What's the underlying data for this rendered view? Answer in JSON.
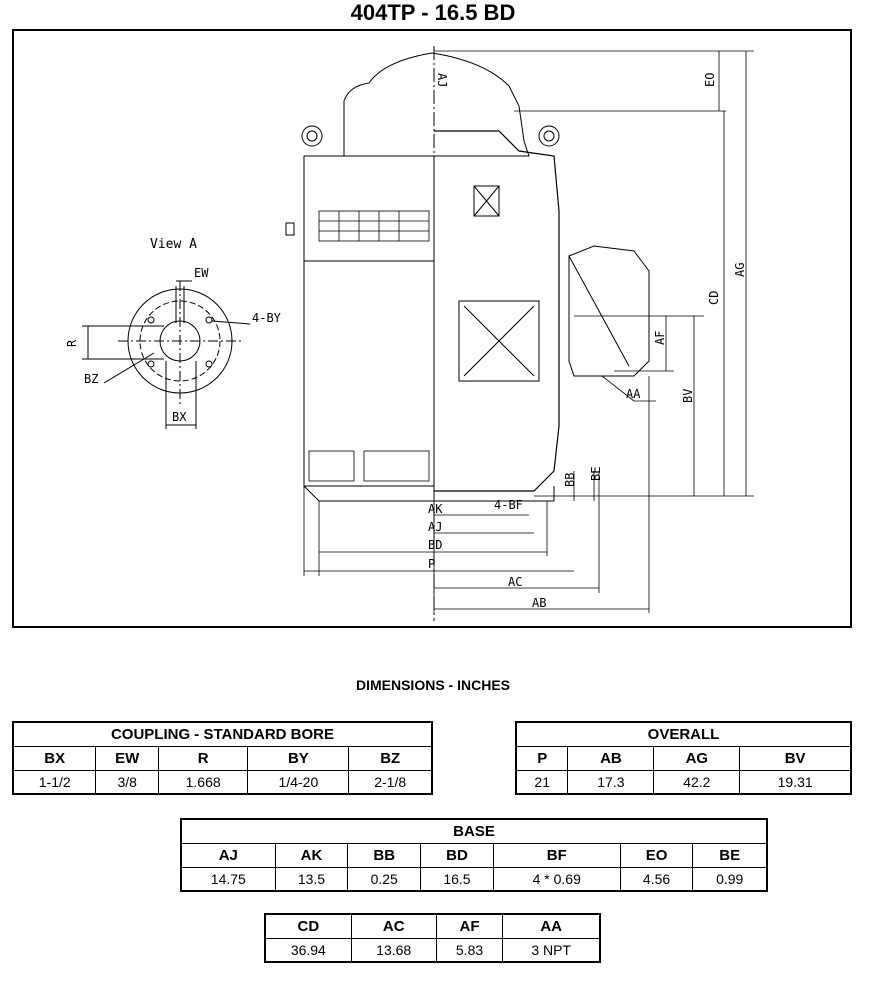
{
  "title": "404TP - 16.5 BD",
  "drawing": {
    "view_label": "View  A",
    "labels": {
      "EW": "EW",
      "BY": "4-BY",
      "R": "R",
      "BZ": "BZ",
      "BX": "BX",
      "AJ_top": "AJ",
      "EO": "EO",
      "CD": "CD",
      "AG": "AG",
      "AF": "AF",
      "BV": "BV",
      "AA": "AA",
      "BB": "BB",
      "BE": "BE",
      "AK": "AK",
      "AJ": "AJ",
      "BF": "4-BF",
      "BD": "BD",
      "P": "P",
      "AC": "AC",
      "AB": "AB"
    }
  },
  "dimensions_heading": "DIMENSIONS - INCHES",
  "coupling": {
    "title": "COUPLING - STANDARD BORE",
    "headers": [
      "BX",
      "EW",
      "R",
      "BY",
      "BZ"
    ],
    "values": [
      "1-1/2",
      "3/8",
      "1.668",
      "1/4-20",
      "2-1/8"
    ]
  },
  "overall": {
    "title": "OVERALL",
    "headers": [
      "P",
      "AB",
      "AG",
      "BV"
    ],
    "values": [
      "21",
      "17.3",
      "42.2",
      "19.31"
    ]
  },
  "base": {
    "title": "BASE",
    "headers": [
      "AJ",
      "AK",
      "BB",
      "BD",
      "BF",
      "EO",
      "BE"
    ],
    "values": [
      "14.75",
      "13.5",
      "0.25",
      "16.5",
      "4 * 0.69",
      "4.56",
      "0.99"
    ]
  },
  "misc": {
    "headers": [
      "CD",
      "AC",
      "AF",
      "AA"
    ],
    "values": [
      "36.94",
      "13.68",
      "5.83",
      "3 NPT"
    ]
  }
}
